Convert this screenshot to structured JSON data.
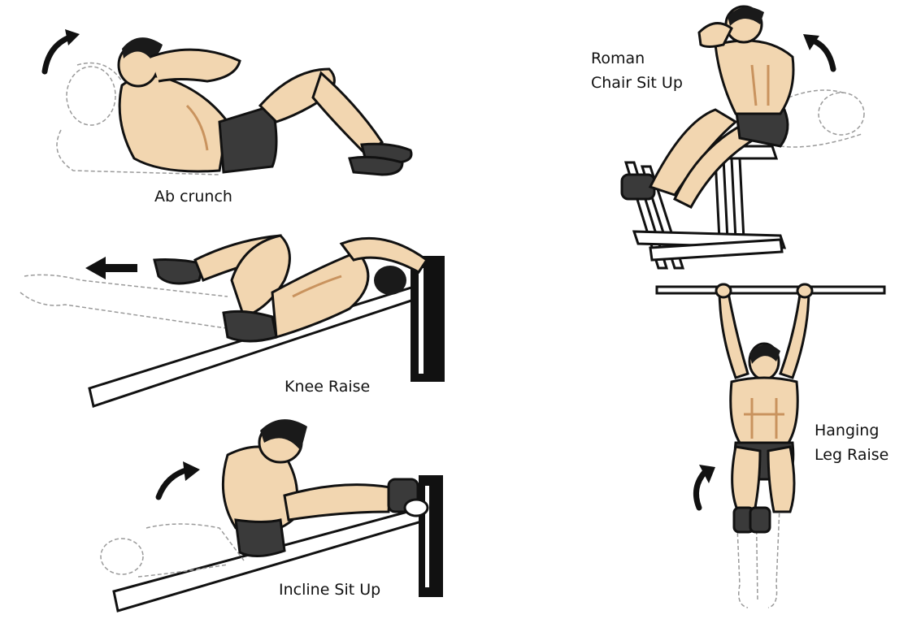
{
  "exercises": {
    "ab_crunch": {
      "label": "Ab crunch"
    },
    "knee_raise": {
      "label": "Knee Raise"
    },
    "incline_sit_up": {
      "label": "Incline Sit Up"
    },
    "roman_chair": {
      "line1": "Roman",
      "line2": "Chair Sit Up"
    },
    "hanging_leg_raise": {
      "line1": "Hanging",
      "line2": "Leg Raise"
    }
  },
  "colors": {
    "skin": "#f2d6b0",
    "skin_shadow": "#c9935e",
    "shorts": "#3a3a3a",
    "hair": "#1a1a1a",
    "outline": "#111111",
    "ghost": "#9a9a9a",
    "equipment": "#ffffff"
  }
}
